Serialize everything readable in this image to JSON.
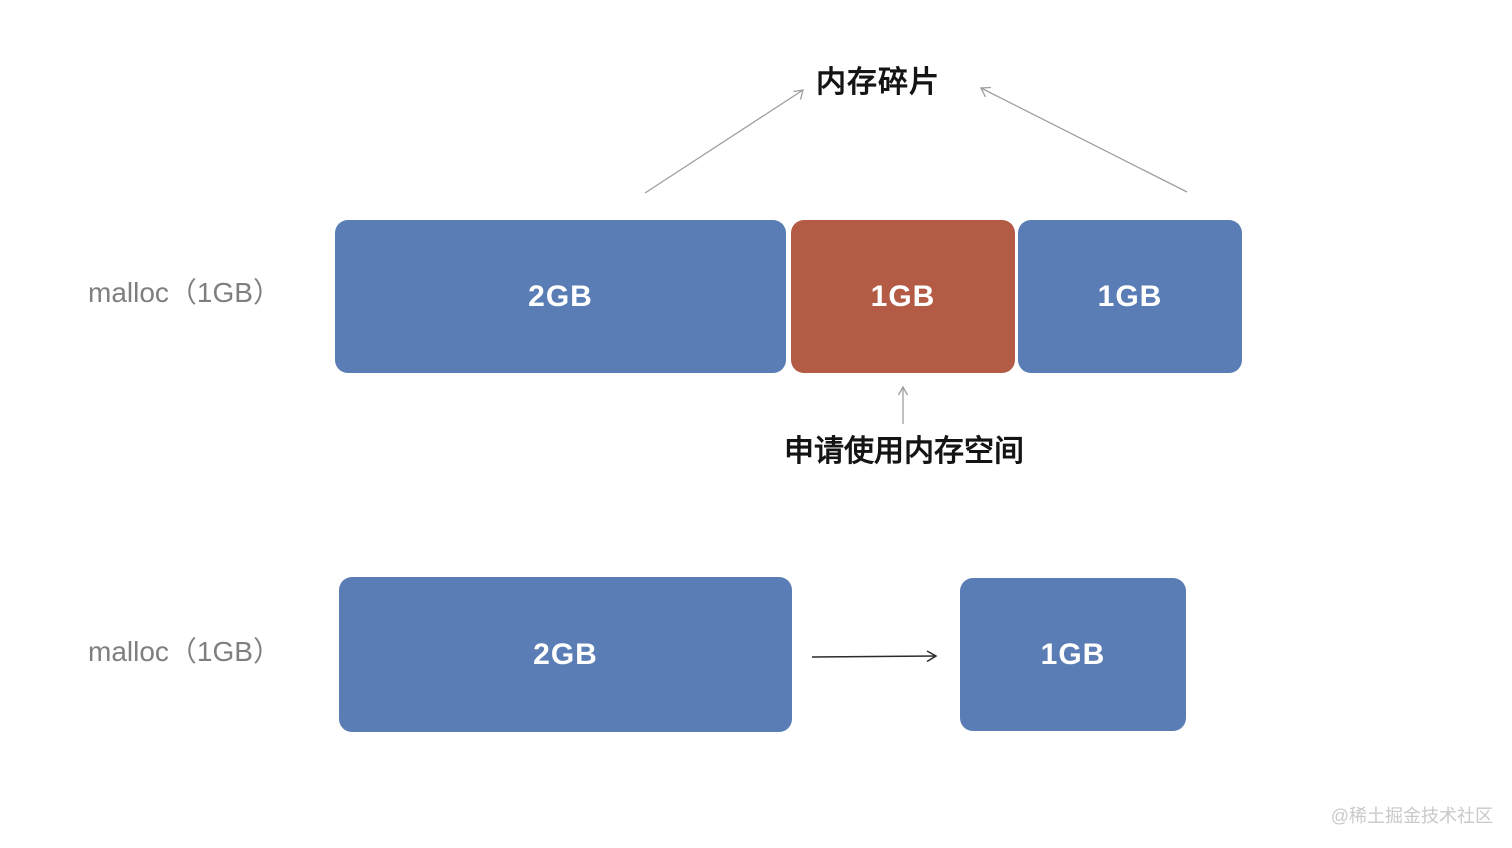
{
  "title": "内存碎片",
  "annotation": "申请使用内存空间",
  "row1": {
    "label": "malloc（1GB）",
    "blocks": [
      {
        "text": "2GB",
        "color": "blue"
      },
      {
        "text": "1GB",
        "color": "red"
      },
      {
        "text": "1GB",
        "color": "blue"
      }
    ]
  },
  "row2": {
    "label": "malloc（1GB）",
    "blocks": [
      {
        "text": "2GB",
        "color": "blue"
      },
      {
        "text": "1GB",
        "color": "blue"
      }
    ]
  },
  "watermark": "@稀土掘金技术社区",
  "colors": {
    "block-blue": "#5a7db5",
    "block-red": "#b45b45",
    "label-gray": "#7f7f7f",
    "arrow-gray": "#9e9e9e",
    "arrow-black": "#2b2b2b",
    "watermark-gray": "#c9c9c9",
    "text-black": "#141414"
  }
}
